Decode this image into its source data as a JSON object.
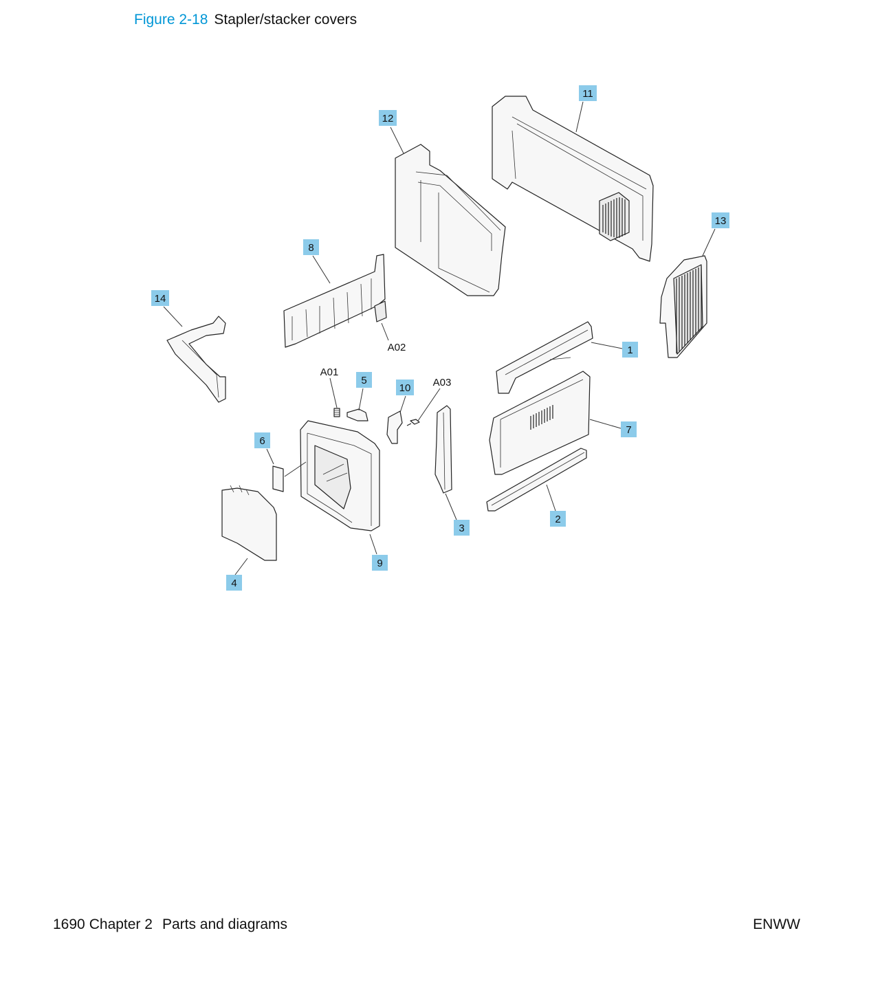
{
  "figure": {
    "number": "Figure 2-18",
    "title": "Stapler/stacker covers"
  },
  "callouts": [
    "1",
    "2",
    "3",
    "4",
    "5",
    "6",
    "7",
    "8",
    "9",
    "10",
    "11",
    "12",
    "13",
    "14"
  ],
  "references": [
    "A01",
    "A02",
    "A03"
  ],
  "footer": {
    "page_number": "1690",
    "chapter": "Chapter 2",
    "section": "Parts and diagrams",
    "brand": "ENWW"
  },
  "colors": {
    "figure_number": "#0096d6",
    "callout_fill": "#8ccbea"
  }
}
